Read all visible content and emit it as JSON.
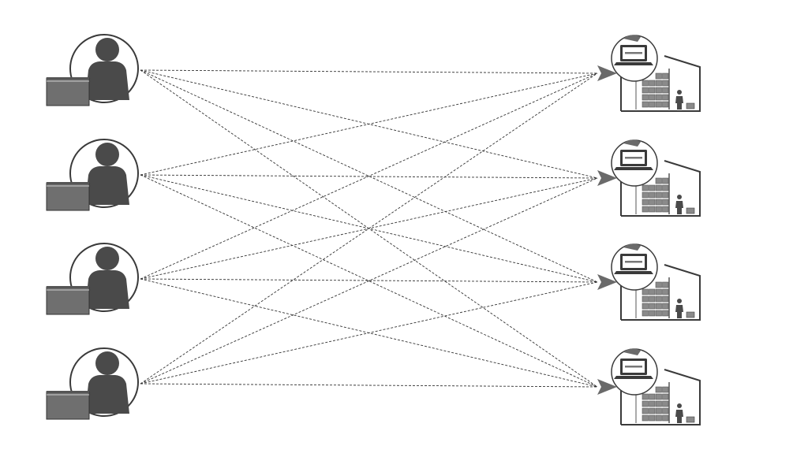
{
  "diagram": {
    "type": "many-to-many-network",
    "edge_style": "dashed",
    "connections": "all-to-all",
    "left_nodes": [
      {
        "kind": "person-with-desk",
        "icon": "person-desk-icon"
      },
      {
        "kind": "person-with-desk",
        "icon": "person-desk-icon"
      },
      {
        "kind": "person-with-desk",
        "icon": "person-desk-icon"
      },
      {
        "kind": "person-with-desk",
        "icon": "person-desk-icon"
      }
    ],
    "right_nodes": [
      {
        "kind": "warehouse-with-laptop",
        "icon": "warehouse-laptop-icon"
      },
      {
        "kind": "warehouse-with-laptop",
        "icon": "warehouse-laptop-icon"
      },
      {
        "kind": "warehouse-with-laptop",
        "icon": "warehouse-laptop-icon"
      },
      {
        "kind": "warehouse-with-laptop",
        "icon": "warehouse-laptop-icon"
      }
    ],
    "colors": {
      "background": "#ffffff",
      "icon_fill": "#4a4a4a",
      "desk_fill": "#6f6f6f",
      "line": "#333333",
      "arrow": "#6a6a6a",
      "outline": "#3a3a3a"
    }
  }
}
